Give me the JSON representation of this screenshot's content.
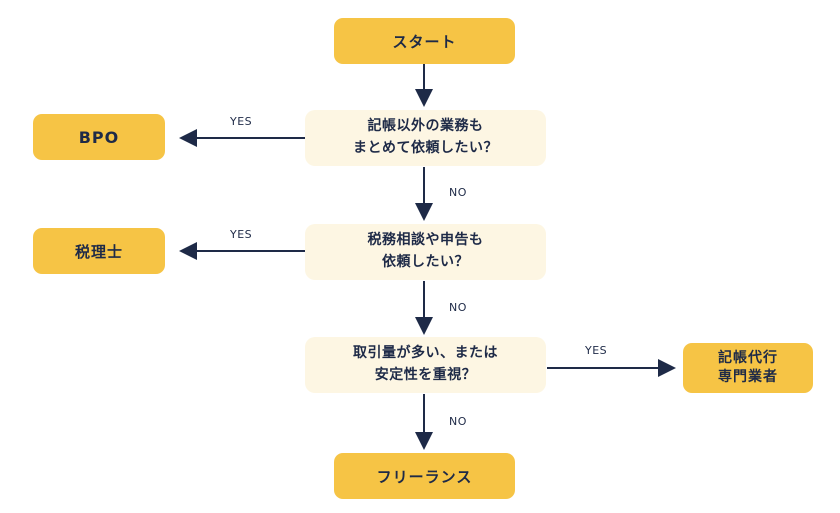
{
  "diagram": {
    "type": "flowchart",
    "nodes": {
      "start": {
        "label": "スタート",
        "kind": "terminal"
      },
      "q1": {
        "lines": [
          "記帳以外の業務も",
          "まとめて依頼したい？"
        ],
        "kind": "question"
      },
      "bpo": {
        "label": "BPO",
        "kind": "result"
      },
      "q2": {
        "lines": [
          "税務相談や申告も",
          "依頼したい？"
        ],
        "kind": "question"
      },
      "zeirishi": {
        "label": "税理士",
        "kind": "result"
      },
      "q3": {
        "lines": [
          "取引量が多い、または",
          "安定性を重視？"
        ],
        "kind": "question"
      },
      "kicho": {
        "lines": [
          "記帳代行",
          "専門業者"
        ],
        "kind": "result"
      },
      "freelance": {
        "label": "フリーランス",
        "kind": "result"
      }
    },
    "edges": [
      {
        "from": "start",
        "to": "q1",
        "label": ""
      },
      {
        "from": "q1",
        "to": "bpo",
        "label": "YES"
      },
      {
        "from": "q1",
        "to": "q2",
        "label": "NO"
      },
      {
        "from": "q2",
        "to": "zeirishi",
        "label": "YES"
      },
      {
        "from": "q2",
        "to": "q3",
        "label": "NO"
      },
      {
        "from": "q3",
        "to": "kicho",
        "label": "YES"
      },
      {
        "from": "q3",
        "to": "freelance",
        "label": "NO"
      }
    ],
    "labels": {
      "yes": "YES",
      "no": "NO"
    }
  },
  "colors": {
    "box_yellow": "#F6C445",
    "box_cream": "#FDF6E3",
    "text_navy": "#1E2A47",
    "background": "#FFFFFF"
  }
}
